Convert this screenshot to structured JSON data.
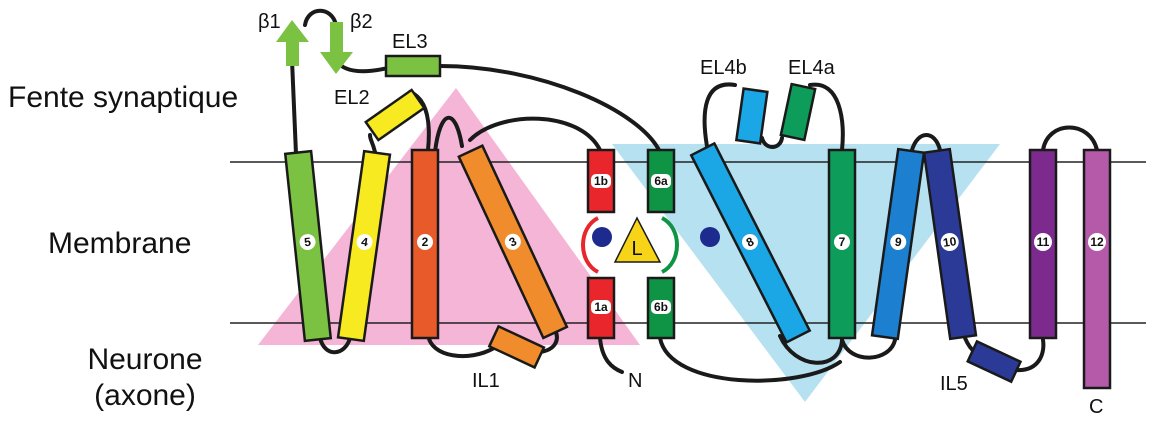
{
  "regions": {
    "fente": "Fente synaptique",
    "membrane": "Membrane",
    "neurone": "Neurone\n(axone)"
  },
  "colors": {
    "tm1": "#e8262b",
    "tm2": "#e85a2a",
    "tm3": "#f08c2c",
    "tm4": "#f7ea20",
    "tm5": "#7cc242",
    "tm6": "#0e9444",
    "tm7": "#0e9c5a",
    "tm8": "#1ba6e6",
    "tm9": "#1c7fcf",
    "tm10": "#2c3a97",
    "tm11": "#7d2a8e",
    "tm12": "#b45aa8",
    "pink_triangle": "#f2a8d0",
    "blue_triangle": "#a9dcee",
    "ligand": "#f7d417",
    "sodium": "#1d2b8f"
  },
  "helices": {
    "h1a": "1a",
    "h1b": "1b",
    "h2": "2",
    "h3": "3",
    "h4": "4",
    "h5": "5",
    "h6a": "6a",
    "h6b": "6b",
    "h7": "7",
    "h8": "8",
    "h9": "9",
    "h10": "10",
    "h11": "11",
    "h12": "12"
  },
  "loops": {
    "beta1": "β1",
    "beta2": "β2",
    "el2": "EL2",
    "el3": "EL3",
    "el4a": "EL4a",
    "el4b": "EL4b",
    "il1": "IL1",
    "il5": "IL5",
    "n_term": "N",
    "c_term": "C"
  },
  "ligand": "L",
  "icons": {
    "beta1": "arrow-up-icon",
    "beta2": "arrow-down-icon"
  }
}
